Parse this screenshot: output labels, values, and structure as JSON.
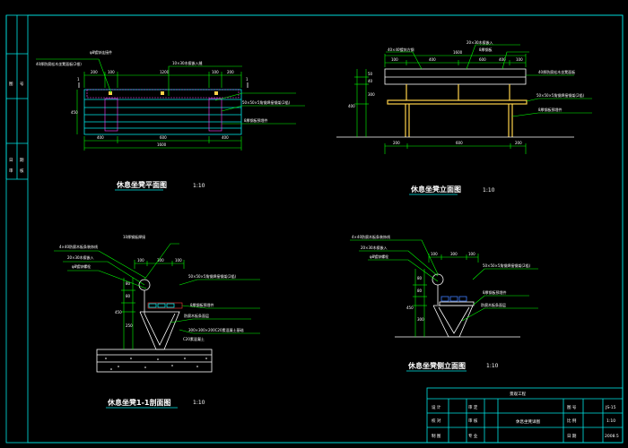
{
  "views": {
    "plan": {
      "title": "休息坐凳平面图",
      "scale": "1:10"
    },
    "front": {
      "title": "休息坐凳立面图",
      "scale": "1:10"
    },
    "section": {
      "title": "休息坐凳1-1剖面图",
      "scale": "1:10"
    },
    "side": {
      "title": "休息坐凳侧立面图",
      "scale": "1:10"
    }
  },
  "dims": {
    "plan_top": [
      "200",
      "100",
      "1200",
      "100",
      "200"
    ],
    "plan_bottom": [
      "400",
      "600",
      "400"
    ],
    "plan_overall": "1600",
    "plan_left": [
      "450"
    ],
    "front_top": [
      "100",
      "400",
      "600",
      "400",
      "100"
    ],
    "front_overall": "1600",
    "front_left": [
      "50",
      "40",
      "300",
      "400"
    ],
    "front_bottom": [
      "200",
      "600",
      "200"
    ],
    "sec_top": [
      "100",
      "300",
      "100"
    ],
    "sec_left": [
      "80",
      "80",
      "250",
      "450"
    ],
    "side_top": [
      "100",
      "300",
      "100"
    ],
    "side_left": [
      "80",
      "80",
      "300",
      "450"
    ]
  },
  "annotations": {
    "plan": [
      "40厚防腐松木坐凳面板(2根)",
      "10×30木楔嵌入缝",
      "φ8镀锌连接件",
      "50×50×5角钢焊接钢架(2榀)",
      "8厚钢板预埋件"
    ],
    "front": [
      "40×40镀锌方钢",
      "20×30木楔嵌入",
      "8厚钢板",
      "40厚防腐松木坐凳面板",
      "50×50×5角钢焊接钢架(2榀)",
      "8厚钢板预埋件"
    ],
    "section": [
      "4×40防腐木板条装饰线",
      "10厚钢板焊接",
      "20×30木楔嵌入",
      "φ8镀锌螺栓",
      "50×50×5角钢焊接钢架(2榀)",
      "8厚钢板预埋件",
      "防腐木板条面层",
      "C20素混凝土",
      "300×300×200C20素混凝土基础"
    ],
    "side": [
      "4×40防腐木板条装饰线",
      "20×30木楔嵌入",
      "φ8镀锌螺栓",
      "50×50×5角钢焊接钢架(2榀)",
      "8厚钢板预埋件",
      "防腐木板条面层"
    ]
  },
  "section_mark": "1",
  "side_margin": [
    "图",
    "号",
    "日",
    "期",
    "审",
    "核"
  ],
  "title_block": {
    "project": "景观工程",
    "drawing_name": "休息坐凳详图",
    "rows": [
      {
        "label": "设 计",
        "role": "审 定",
        "key": "图 号",
        "val": "JS-15"
      },
      {
        "label": "校 对",
        "role": "审 核",
        "key": "比 例",
        "val": "1:10"
      },
      {
        "label": "制 图",
        "role": "专 业",
        "key": "日 期",
        "val": "2008.5"
      }
    ]
  }
}
